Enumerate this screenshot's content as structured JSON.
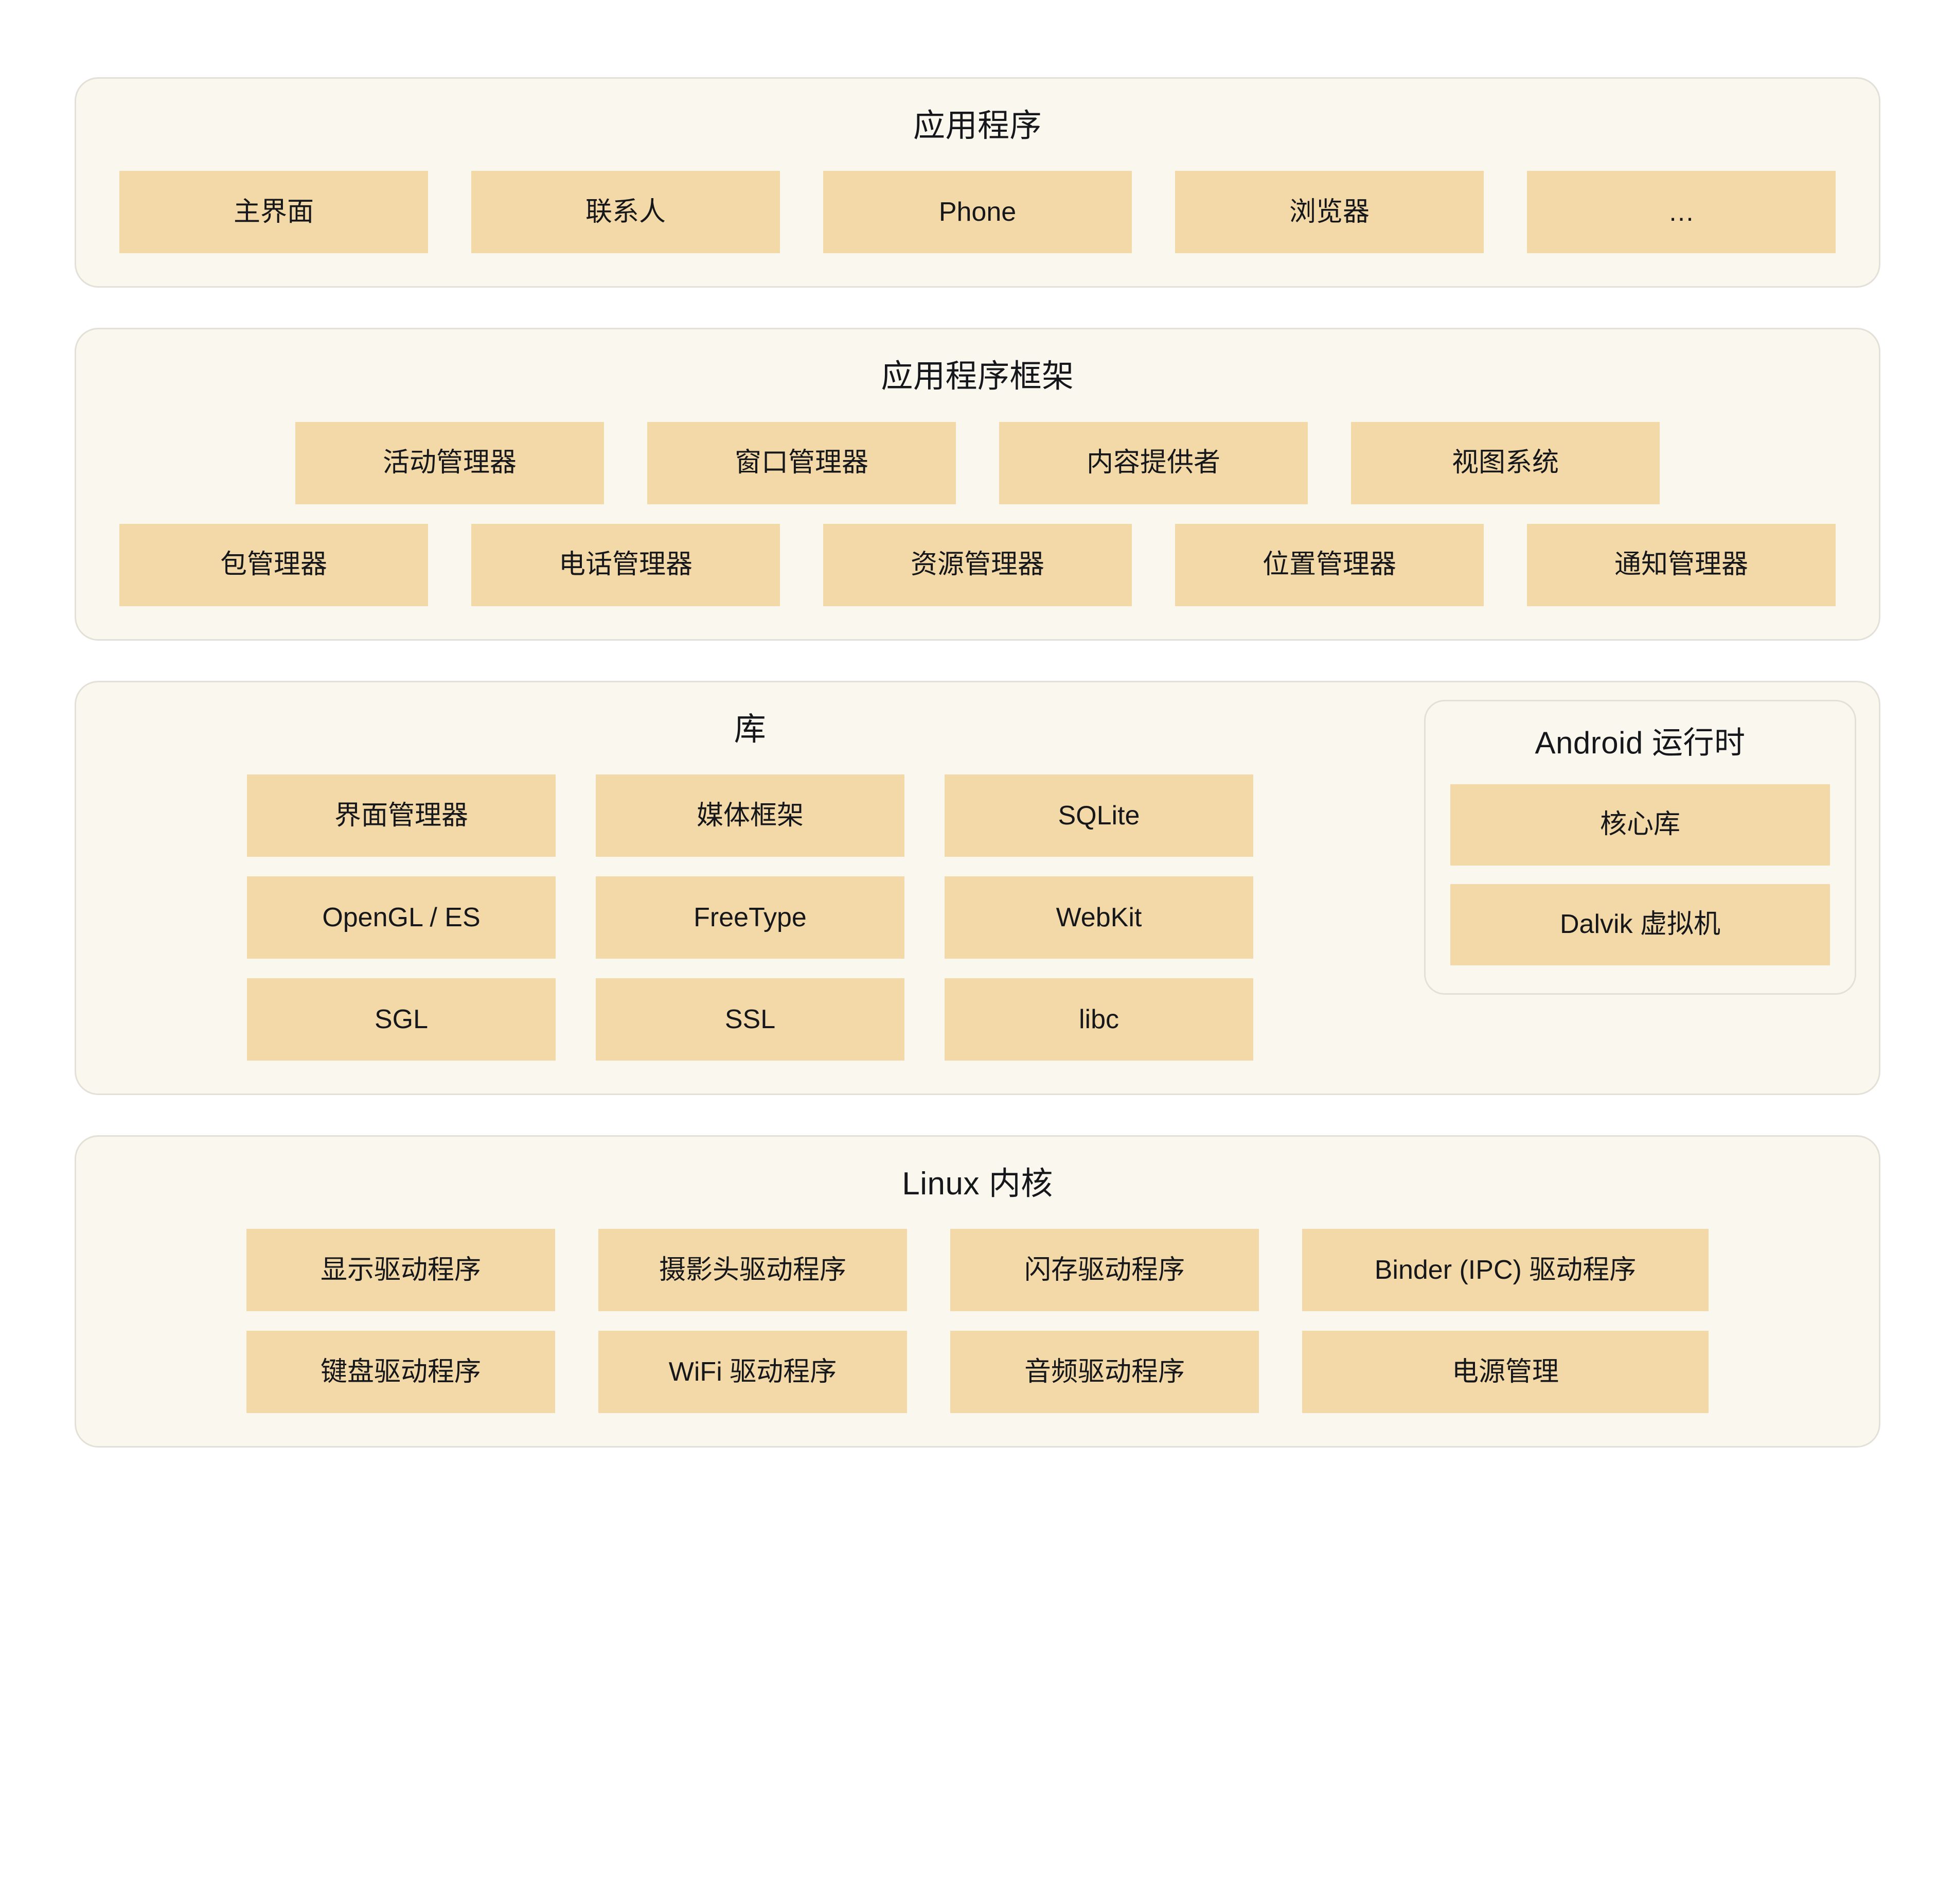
{
  "colors": {
    "page_background": "#ffffff",
    "layer_background": "#faf7ef",
    "layer_border": "#e3e0d8",
    "cell_background": "#f3d9a8",
    "text": "#15171a"
  },
  "layers": [
    {
      "id": "applications",
      "title": "应用程序",
      "rows": [
        [
          "主界面",
          "联系人",
          "Phone",
          "浏览器",
          "…"
        ]
      ]
    },
    {
      "id": "application-framework",
      "title": "应用程序框架",
      "rows": [
        [
          "活动管理器",
          "窗口管理器",
          "内容提供者",
          "视图系统"
        ],
        [
          "包管理器",
          "电话管理器",
          "资源管理器",
          "位置管理器",
          "通知管理器"
        ]
      ]
    },
    {
      "id": "libraries",
      "title": "库",
      "rows": [
        [
          "界面管理器",
          "媒体框架",
          "SQLite"
        ],
        [
          "OpenGL / ES",
          "FreeType",
          "WebKit"
        ],
        [
          "SGL",
          "SSL",
          "libc"
        ]
      ]
    },
    {
      "id": "android-runtime",
      "title": "Android 运行时",
      "rows": [
        [
          "核心库"
        ],
        [
          "Dalvik 虚拟机"
        ]
      ]
    },
    {
      "id": "linux-kernel",
      "title": "Linux 内核",
      "rows": [
        [
          "显示驱动程序",
          "摄影头驱动程序",
          "闪存驱动程序",
          "Binder (IPC) 驱动程序"
        ],
        [
          "键盘驱动程序",
          "WiFi 驱动程序",
          "音频驱动程序",
          "电源管理"
        ]
      ]
    }
  ]
}
